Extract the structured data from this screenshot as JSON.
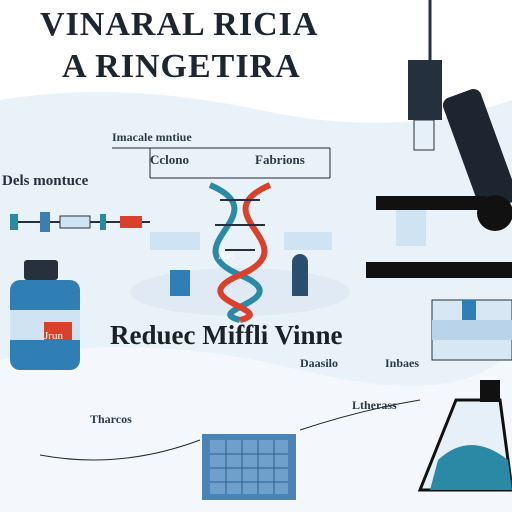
{
  "title": {
    "line1": "VINARAL RICIA",
    "line2": "A RINGETIRA"
  },
  "labels": {
    "left_header": "Dels montuce",
    "top_small_1": "Imacale mntiue",
    "top_small_2": "Cclono",
    "top_small_3": "Fabrions",
    "middle_heading": "Reduec Miffli Vinne",
    "right_small_1": "Daasilo",
    "right_small_2": "Inbaes",
    "bottom_small_1": "Ltherass",
    "bottom_small_2": "Tharcos",
    "bottle_tag": "Jrun",
    "helix_tag": "Ae:"
  },
  "colors": {
    "navy": "#1c2530",
    "teal": "#2a8aa6",
    "light_blue": "#cfe3f2",
    "pale_blue": "#e6f0f8",
    "orange_red": "#d9412a",
    "dark": "#111111"
  },
  "icons": [
    "microscope-icon",
    "dna-helix-icon",
    "bottle-icon",
    "syringe-icon",
    "flask-icon",
    "grid-panel-icon",
    "vial-icon"
  ]
}
